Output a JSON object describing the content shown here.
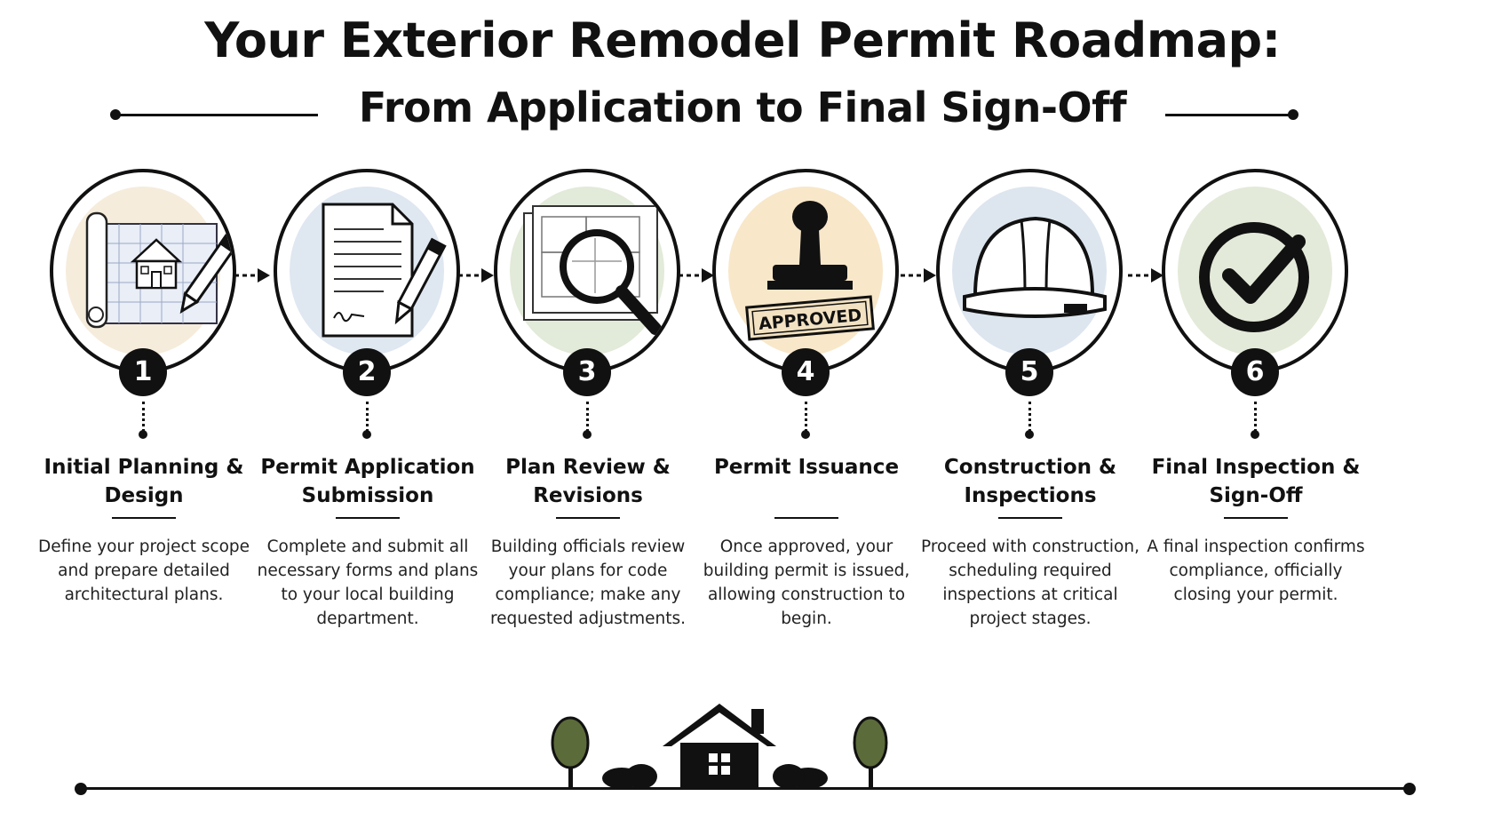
{
  "title": {
    "line1": "Your Exterior Remodel Permit Roadmap:",
    "line2": "From Application to Final Sign-Off"
  },
  "steps": [
    {
      "number": "1",
      "icon": "blueprint-house-pencil-icon",
      "bg_color": "#f6ecdc",
      "title": "Initial Planning & Design",
      "description": "Define your project scope and prepare detailed architectural plans."
    },
    {
      "number": "2",
      "icon": "document-pen-icon",
      "bg_color": "#dfe7f1",
      "title": "Permit Application Submission",
      "description": "Complete and submit all necessary forms and plans to your local building department."
    },
    {
      "number": "3",
      "icon": "magnifying-glass-plans-icon",
      "bg_color": "#e2ead9",
      "title": "Plan Review & Revisions",
      "description": "Building officials review your plans for code compliance; make any requested adjustments."
    },
    {
      "number": "4",
      "icon": "approved-stamp-icon",
      "bg_color": "#f8e7c9",
      "title": "Permit Issuance",
      "description": "Once approved, your building permit is issued, allowing construction to begin.",
      "stamp_text": "APPROVED"
    },
    {
      "number": "5",
      "icon": "hard-hat-icon",
      "bg_color": "#dde6ef",
      "title": "Construction & Inspections",
      "description": "Proceed with construction, scheduling required inspections at critical project stages."
    },
    {
      "number": "6",
      "icon": "checkmark-circle-icon",
      "bg_color": "#e3ead9",
      "title": "Final Inspection & Sign-Off",
      "description": "A final inspection confirms compliance, officially closing your permit."
    }
  ],
  "colors": {
    "ink": "#111111",
    "tree": "#5b6b3a"
  }
}
